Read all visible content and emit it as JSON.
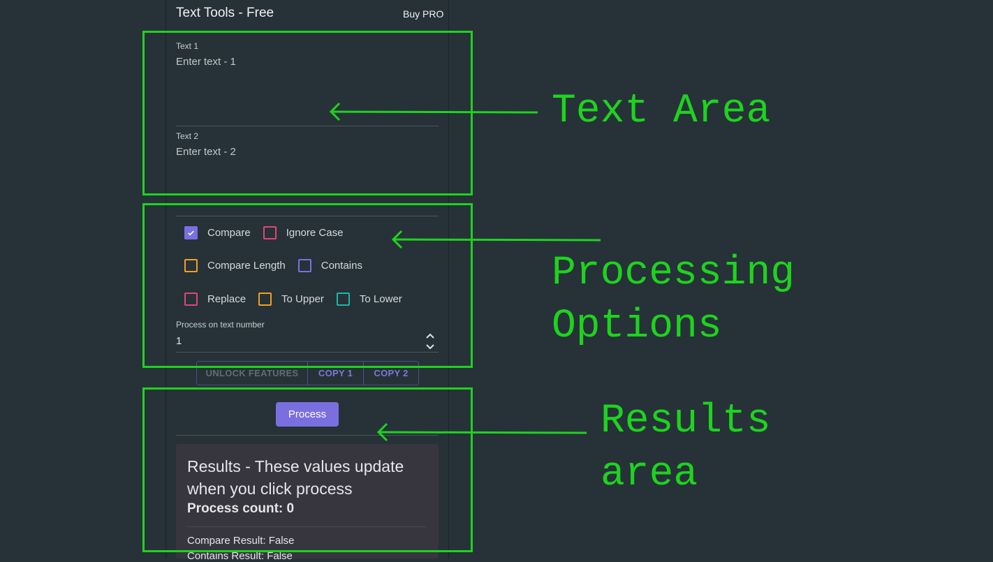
{
  "app": {
    "title": "Text Tools - Free",
    "buy_pro": "Buy PRO"
  },
  "text1": {
    "label": "Text 1",
    "placeholder": "Enter text - 1",
    "value": ""
  },
  "text2": {
    "label": "Text 2",
    "placeholder": "Enter text - 2",
    "value": ""
  },
  "options": {
    "compare": {
      "label": "Compare",
      "checked": true,
      "color": "#7b6fe0"
    },
    "ignore_case": {
      "label": "Ignore Case",
      "checked": false,
      "color": "#e0457b"
    },
    "compare_length": {
      "label": "Compare Length",
      "checked": false,
      "color": "#f0a020"
    },
    "contains": {
      "label": "Contains",
      "checked": false,
      "color": "#7b6fe0"
    },
    "replace": {
      "label": "Replace",
      "checked": false,
      "color": "#e0457b"
    },
    "to_upper": {
      "label": "To Upper",
      "checked": false,
      "color": "#f0a020"
    },
    "to_lower": {
      "label": "To Lower",
      "checked": false,
      "color": "#1fb5a8"
    }
  },
  "process_on": {
    "label": "Process on text number",
    "value": "1"
  },
  "buttons": {
    "unlock": "UNLOCK FEATURES",
    "copy1": "COPY 1",
    "copy2": "COPY 2",
    "process": "Process"
  },
  "results": {
    "title": "Results - These values update when you click process",
    "process_count": "Process count: 0",
    "compare_result": "Compare Result: False",
    "contains_result": "Contains Result: False"
  },
  "annotations": {
    "text_area": "Text Area",
    "processing_options": "Processing\nOptions",
    "results_area": "Results\narea",
    "color": "#1ed31e"
  }
}
